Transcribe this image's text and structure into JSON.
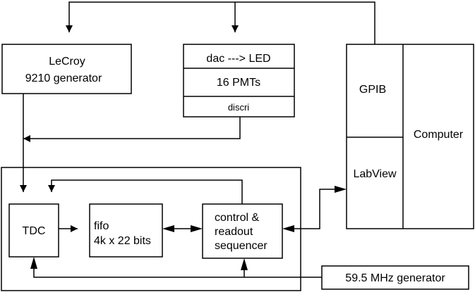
{
  "lecroy": {
    "line1": "LeCroy",
    "line2": "9210  generator"
  },
  "dac_stack": {
    "dac_led": "dac  ---> LED",
    "pmts": "16 PMTs",
    "discri": "discri"
  },
  "computer_block": {
    "gpib": "GPIB",
    "labview": "LabView",
    "computer": "Computer"
  },
  "tdc": {
    "label": "TDC"
  },
  "fifo": {
    "line1": "fifo",
    "line2": "4k x 22 bits"
  },
  "control": {
    "line1": "control  &",
    "line2": "readout",
    "line3": "sequencer"
  },
  "clock": {
    "label": "59.5 MHz generator"
  }
}
